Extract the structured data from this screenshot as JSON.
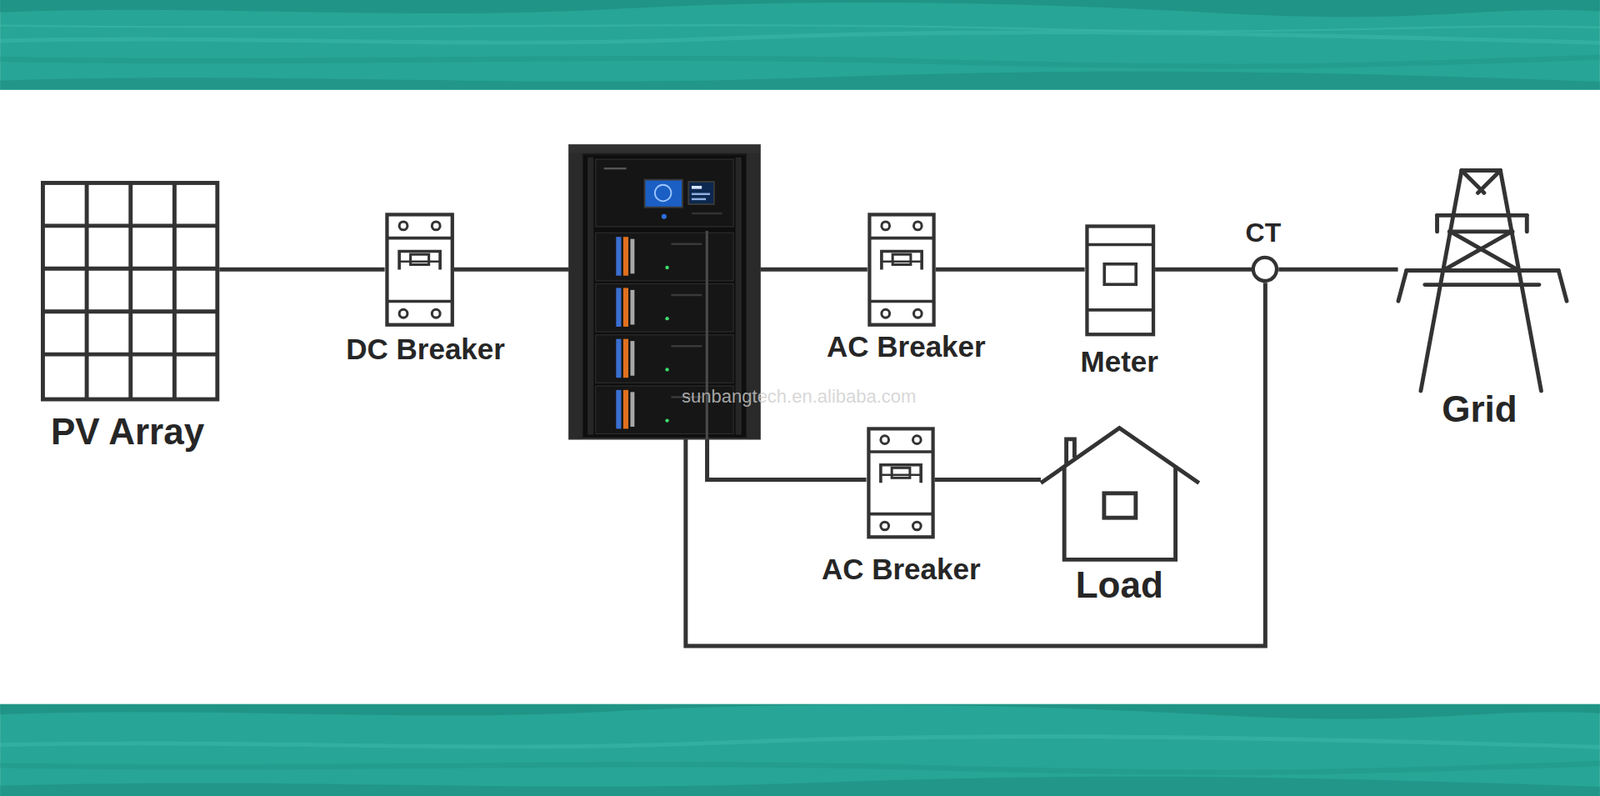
{
  "diagram": {
    "nodes": [
      {
        "text": [
          "PV Array"
        ]
      },
      {
        "text": [
          "DC Breaker"
        ]
      },
      {
        "text": []
      },
      {
        "text": [
          "AC Breaker"
        ]
      },
      {
        "text": [
          "Meter"
        ]
      },
      {
        "text": [
          "CT"
        ]
      },
      {
        "text": [
          "Grid"
        ]
      },
      {
        "text": [
          "AC Breaker"
        ]
      },
      {
        "text": [
          "Load"
        ]
      }
    ],
    "edges": [
      {
        "from": 0,
        "to": 1,
        "arrow": "none"
      },
      {
        "from": 1,
        "to": 2,
        "arrow": "none"
      },
      {
        "from": 2,
        "to": 3,
        "arrow": "none"
      },
      {
        "from": 3,
        "to": 4,
        "arrow": "none"
      },
      {
        "from": 4,
        "to": 5,
        "arrow": "none"
      },
      {
        "from": 5,
        "to": 6,
        "arrow": "none"
      },
      {
        "from": 2,
        "to": 7,
        "arrow": "none"
      },
      {
        "from": 7,
        "to": 8,
        "arrow": "none"
      },
      {
        "from": 5,
        "to": 2,
        "arrow": "none"
      }
    ],
    "labels": [
      "sunbangtech.en.alibaba.com"
    ]
  }
}
